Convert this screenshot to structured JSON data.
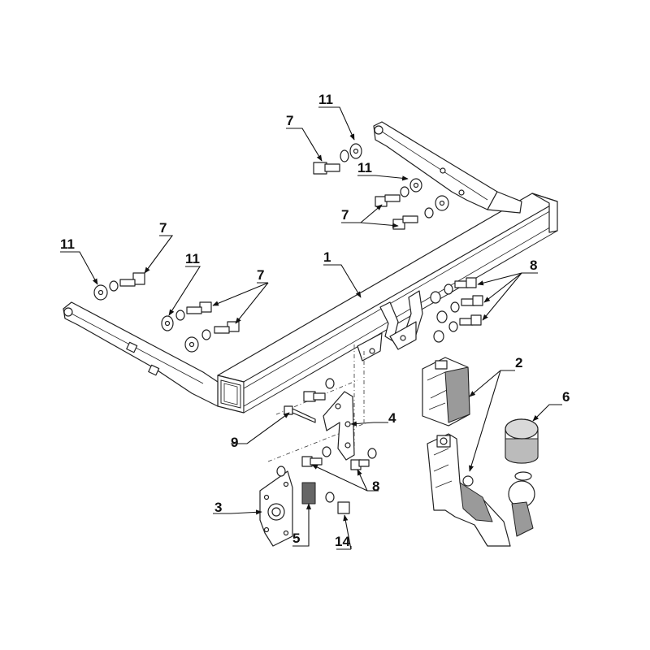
{
  "callouts": {
    "c1": "1",
    "c2": "2",
    "c3": "3",
    "c4": "4",
    "c5": "5",
    "c6": "6",
    "c7a": "7",
    "c7b": "7",
    "c7c": "7",
    "c7d": "7",
    "c8a": "8",
    "c8b": "8",
    "c9": "9",
    "c11a": "11",
    "c11b": "11",
    "c11c": "11",
    "c11d": "11",
    "c14": "14"
  },
  "colors": {
    "line": "#222222",
    "shade": "#9a9a9a",
    "background": "#ffffff"
  }
}
